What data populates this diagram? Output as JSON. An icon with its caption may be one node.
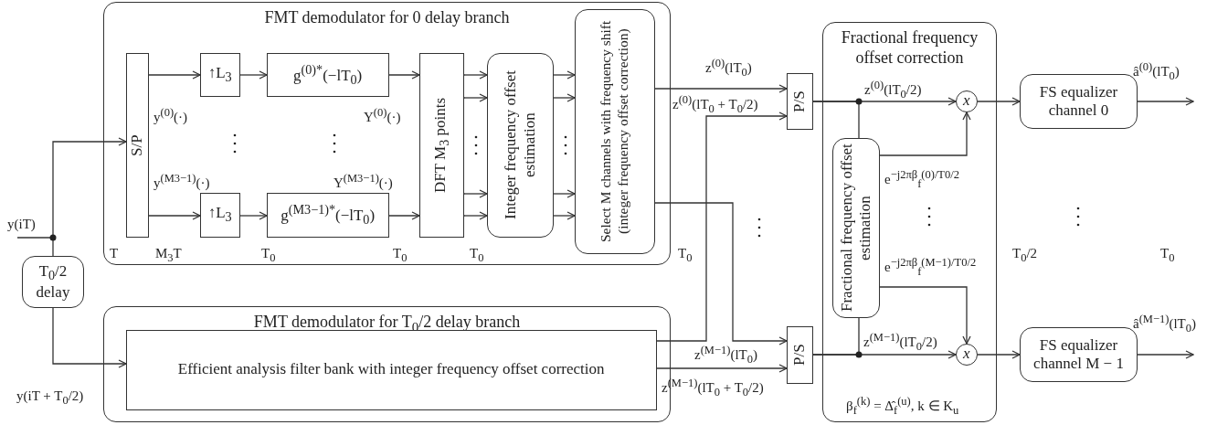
{
  "diagram": {
    "nodes": [
      {
        "text": [
          "FMT demodulator for 0 delay branch"
        ]
      },
      {
        "text": [
          "S/P"
        ],
        "in": 0
      },
      {
        "text": [
          "↑L$_{3}$"
        ],
        "in": 0
      },
      {
        "text": [
          "↑L$_{3}$"
        ],
        "in": 0
      },
      {
        "text": [
          "g$^{(0)*}$(−lT$_{0}$)"
        ],
        "in": 0
      },
      {
        "text": [
          "g$^{(M3−1)*}$(−lT$_{0}$)"
        ],
        "in": 0
      },
      {
        "text": [
          "DFT M$_{3}$ points"
        ],
        "in": 0
      },
      {
        "text": [
          "Integer frequency offset estimation"
        ],
        "in": 0
      },
      {
        "text": [
          "Select M channels with frequency shift (integer frequency offset correction)"
        ],
        "in": 0
      },
      {
        "text": [
          "T$_{0}$/2 delay"
        ]
      },
      {
        "text": [
          "FMT demodulator for T$_{0}$/2 delay branch"
        ]
      },
      {
        "text": [
          "Efficient analysis filter bank with integer frequency offset correction"
        ],
        "in": 10
      },
      {
        "text": [
          "P/S"
        ]
      },
      {
        "text": [
          "P/S"
        ]
      },
      {
        "text": [
          "Fractional frequency offset correction"
        ]
      },
      {
        "text": [
          "Fractional frequency offset estimation"
        ],
        "in": 14
      },
      {
        "text": [
          "x"
        ],
        "in": 14
      },
      {
        "text": [
          "x"
        ],
        "in": 14
      },
      {
        "text": [
          "FS equalizer channel 0"
        ]
      },
      {
        "text": [
          "FS equalizer channel M − 1"
        ]
      }
    ],
    "edges": [
      {
        "from": null,
        "to": 1,
        "arrow": "to",
        "label": "y(iT)"
      },
      {
        "from": null,
        "to": 9,
        "arrow": "none"
      },
      {
        "from": 9,
        "to": 11,
        "arrow": "to",
        "label": "y(iT + T$_{0}$/2)"
      },
      {
        "from": 1,
        "to": 2,
        "arrow": "to"
      },
      {
        "from": 1,
        "to": 3,
        "arrow": "to"
      },
      {
        "from": 2,
        "to": 4,
        "arrow": "to"
      },
      {
        "from": 3,
        "to": 5,
        "arrow": "to"
      },
      {
        "from": 4,
        "to": 6,
        "arrow": "to"
      },
      {
        "from": 5,
        "to": 6,
        "arrow": "to"
      },
      {
        "from": 6,
        "to": 7,
        "arrow": "to"
      },
      {
        "from": 6,
        "to": 7,
        "arrow": "to"
      },
      {
        "from": 6,
        "to": 7,
        "arrow": "to"
      },
      {
        "from": 6,
        "to": 7,
        "arrow": "to"
      },
      {
        "from": 7,
        "to": 8,
        "arrow": "to"
      },
      {
        "from": 7,
        "to": 8,
        "arrow": "to"
      },
      {
        "from": 7,
        "to": 8,
        "arrow": "to"
      },
      {
        "from": 7,
        "to": 8,
        "arrow": "to"
      },
      {
        "from": 8,
        "to": 12,
        "arrow": "to",
        "label": "z$^{(0)}$(lT$_{0}$)"
      },
      {
        "from": 11,
        "to": 12,
        "arrow": "to",
        "label": "z$^{(0)}$(lT$_{0}$ + T$_{0}$/2)"
      },
      {
        "from": 8,
        "to": 13,
        "arrow": "to",
        "label": "z$^{(M−1)}$(lT$_{0}$)"
      },
      {
        "from": 11,
        "to": 13,
        "arrow": "to",
        "label": "z$^{(M−1)}$(lT$_{0}$ + T$_{0}$/2)"
      },
      {
        "from": 12,
        "to": 16,
        "arrow": "to",
        "label": "z$^{(0)}$(lT$_{0}$/2)"
      },
      {
        "from": 12,
        "to": 15,
        "arrow": "none"
      },
      {
        "from": 13,
        "to": 17,
        "arrow": "to",
        "label": "z$^{(M−1)}$(lT$_{0}$/2)"
      },
      {
        "from": 13,
        "to": 15,
        "arrow": "none"
      },
      {
        "from": 15,
        "to": 16,
        "arrow": "to",
        "label": "e$^{−j2πβ}$$_{f}$$^{(0)}$$^{/T0/2}$"
      },
      {
        "from": 15,
        "to": 17,
        "arrow": "to",
        "label": "e$^{−j2πβ}$$_{f}$$^{(M−1)}$$^{/T0/2}$"
      },
      {
        "from": 16,
        "to": 18,
        "arrow": "to"
      },
      {
        "from": 17,
        "to": 19,
        "arrow": "to"
      },
      {
        "from": 18,
        "to": null,
        "arrow": "to",
        "label": "â$^{(0)}$(lT$_{0}$)"
      },
      {
        "from": 19,
        "to": null,
        "arrow": "to",
        "label": "â$^{(M−1)}$(lT$_{0}$)"
      }
    ],
    "labels": [
      "y$^{(0)}$(·)",
      "Y$^{(0)}$(·)",
      "y$^{(M3−1)}$(·)",
      "Y$^{(M3−1)}$(·)",
      "T",
      "M$_{3}$T",
      "T$_{0}$",
      "T$_{0}$",
      "T$_{0}$",
      "T$_{0}$",
      "T$_{0}$/2",
      "T$_{0}$",
      "β$_{f}$$^{(k)}$ = Δ̂$_{f}$$^{(u)}$, k ∈ K$_{u}$"
    ]
  }
}
